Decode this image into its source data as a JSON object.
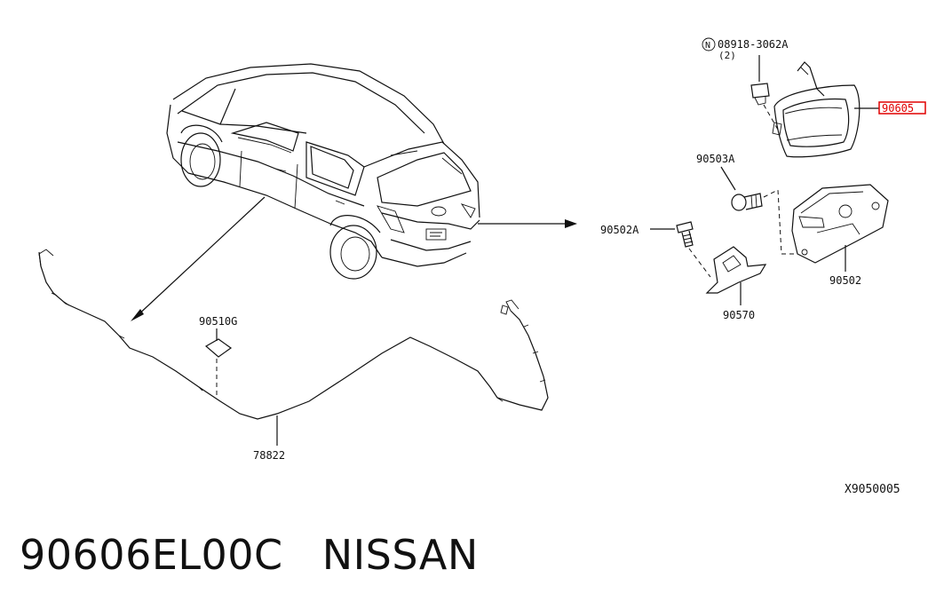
{
  "labels": {
    "bolt_ref": "08918-3062A",
    "bolt_qty": "(2)",
    "bolt_prefix": "N",
    "handle_ref": "90605",
    "screw_a": "90503A",
    "screw_b": "90502A",
    "lock_ref": "90502",
    "bracket_ref": "90570",
    "seal_ref": "90510G",
    "harness_ref": "78822"
  },
  "diagram_code": "X9050005",
  "caption": {
    "part_number": "90606EL00C",
    "brand": "NISSAN"
  },
  "colors": {
    "highlight": "#e00000",
    "ink": "#111111"
  }
}
